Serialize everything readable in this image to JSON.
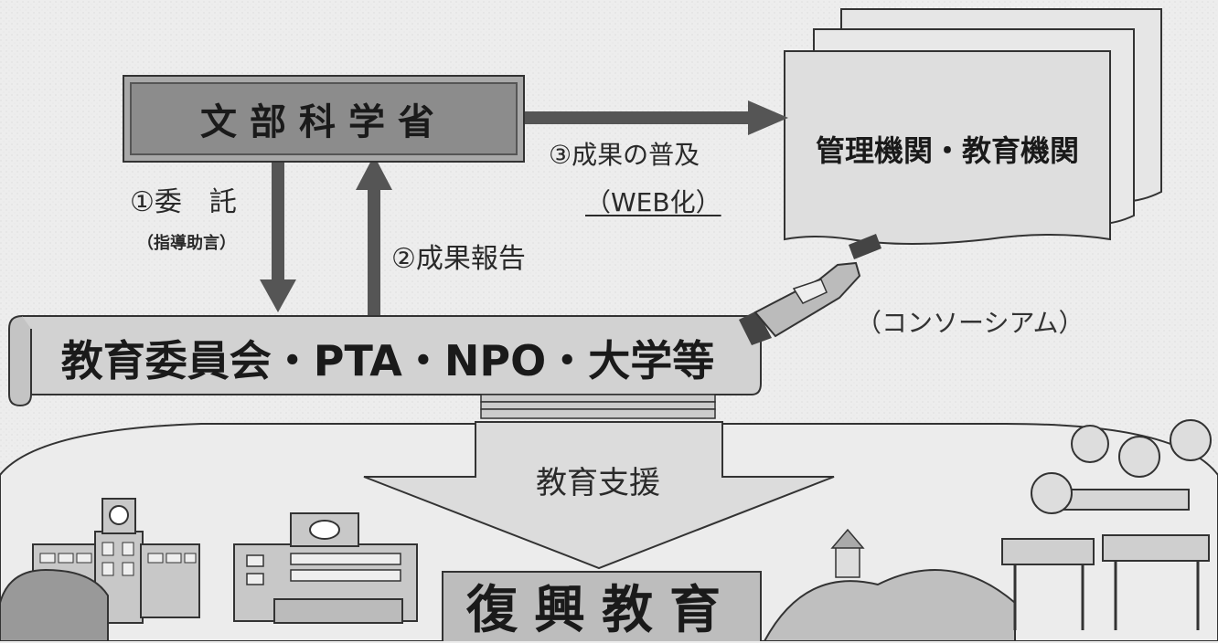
{
  "diagram": {
    "ministry": "文部科学省",
    "commission": "①委　託",
    "guidance": "（指導助言）",
    "report": "②成果報告",
    "dissemination": "③成果の普及",
    "web": "（WEB化）",
    "institutions": "管理機関・教育機関",
    "consortium": "（コンソーシアム）",
    "organizations": "教育委員会・PTA・NPO・大学等",
    "support": "教育支援",
    "reconstruction": "復興教育"
  }
}
